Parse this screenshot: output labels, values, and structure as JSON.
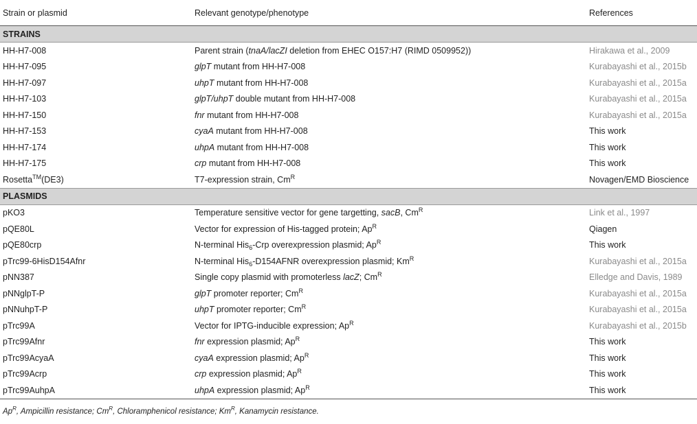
{
  "headers": {
    "col1": "Strain or plasmid",
    "col2": "Relevant genotype/phenotype",
    "col3": "References"
  },
  "sections": {
    "strains": "STRAINS",
    "plasmids": "PLASMIDS"
  },
  "strains": [
    {
      "name": "HH-H7-008",
      "genotype_italic": "",
      "genotype_prefix": "Parent strain (",
      "genotype_em": "tnaA/lacZI",
      "genotype_rest": " deletion from EHEC O157:H7 (RIMD 0509952))",
      "ref": "Hirakawa et al., 2009"
    },
    {
      "name": "HH-H7-095",
      "gene": "glpT",
      "rest": " mutant from HH-H7-008",
      "ref": "Kurabayashi et al., 2015b"
    },
    {
      "name": "HH-H7-097",
      "gene": "uhpT",
      "rest": " mutant from HH-H7-008",
      "ref": "Kurabayashi et al., 2015a"
    },
    {
      "name": "HH-H7-103",
      "gene": "glpT/uhpT",
      "rest": " double mutant from HH-H7-008",
      "ref": "Kurabayashi et al., 2015a"
    },
    {
      "name": "HH-H7-150",
      "gene": "fnr",
      "rest": " mutant from HH-H7-008",
      "ref": "Kurabayashi et al., 2015a"
    },
    {
      "name": "HH-H7-153",
      "gene": "cyaA",
      "rest": " mutant from HH-H7-008",
      "ref": "This work"
    },
    {
      "name": "HH-H7-174",
      "gene": "uhpA",
      "rest": " mutant from HH-H7-008",
      "ref": "This work"
    },
    {
      "name": "HH-H7-175",
      "gene": "crp",
      "rest": " mutant from HH-H7-008",
      "ref": "This work"
    },
    {
      "name_base": "Rosetta",
      "name_sup": "TM",
      "name_tail": "(DE3)",
      "text": "T7-expression strain, Cm",
      "sup": "R",
      "ref": "Novagen/EMD Bioscience"
    }
  ],
  "plasmids": [
    {
      "name": "pKO3",
      "text": "Temperature sensitive vector for gene targetting, ",
      "em": "sacB",
      "tail": ", Cm",
      "sup": "R",
      "ref": "Link et al., 1997"
    },
    {
      "name": "pQE80L",
      "text": "Vector for expression of His-tagged protein; Ap",
      "sup": "R",
      "ref": "Qiagen"
    },
    {
      "name": "pQE80crp",
      "pre": "N-terminal His",
      "sub": "6",
      "post": "-Crp overexpression plasmid; Ap",
      "sup": "R",
      "ref": "This work"
    },
    {
      "name": "pTrc99-6HisD154Afnr",
      "pre": "N-terminal His",
      "sub": "6",
      "post": "-D154AFNR overexpression plasmid; Km",
      "sup": "R",
      "ref": "Kurabayashi et al., 2015a"
    },
    {
      "name": "pNN387",
      "text": "Single copy plasmid with promoterless ",
      "em": "lacZ",
      "tail": "; Cm",
      "sup": "R",
      "ref": "Elledge and Davis, 1989"
    },
    {
      "name": "pNNglpT-P",
      "gene": "glpT",
      "rest": " promoter reporter; Cm",
      "sup": "R",
      "ref": "Kurabayashi et al., 2015a"
    },
    {
      "name": "pNNuhpT-P",
      "gene": "uhpT",
      "rest": " promoter reporter; Cm",
      "sup": "R",
      "ref": "Kurabayashi et al., 2015a"
    },
    {
      "name": "pTrc99A",
      "text": "Vector for IPTG-inducible expression; Ap",
      "sup": "R",
      "ref": "Kurabayashi et al., 2015b"
    },
    {
      "name": "pTrc99Afnr",
      "gene": "fnr",
      "rest": " expression plasmid; Ap",
      "sup": "R",
      "ref": "This work"
    },
    {
      "name": "pTrc99AcyaA",
      "gene": "cyaA",
      "rest": " expression plasmid; Ap",
      "sup": "R",
      "ref": "This work"
    },
    {
      "name": "pTrc99Acrp",
      "gene": "crp",
      "rest": " expression plasmid; Ap",
      "sup": "R",
      "ref": "This work"
    },
    {
      "name": "pTrc99AuhpA",
      "gene": "uhpA",
      "rest": " expression plasmid; Ap",
      "sup": "R",
      "ref": "This work"
    }
  ],
  "footnote": {
    "ap": "Ap",
    "ap_desc": ", Ampicillin resistance; ",
    "cm": "Cm",
    "cm_desc": ", Chloramphenicol resistance; ",
    "km": "Km",
    "km_desc": ", Kanamycin resistance.",
    "sup": "R"
  }
}
